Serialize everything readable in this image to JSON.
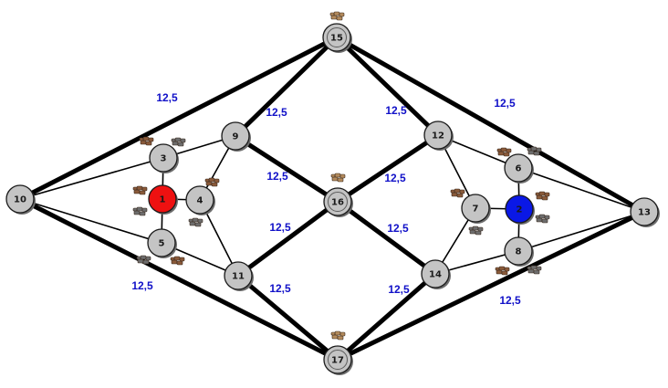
{
  "colors": {
    "node_default": "#c4c4c4",
    "node_red": "#ee1111",
    "node_blue": "#0a18e6",
    "edge": "#000000",
    "weight_text": "#1010c8",
    "icon_brown": "#8a5a3a",
    "icon_grey": "#6d6d6d",
    "icon_tan": "#b38a5c"
  },
  "nodes": [
    {
      "id": "1",
      "label": "1",
      "color": "red"
    },
    {
      "id": "2",
      "label": "2",
      "color": "blue"
    },
    {
      "id": "3",
      "label": "3",
      "color": "default"
    },
    {
      "id": "4",
      "label": "4",
      "color": "default"
    },
    {
      "id": "5",
      "label": "5",
      "color": "default"
    },
    {
      "id": "6",
      "label": "6",
      "color": "default"
    },
    {
      "id": "7",
      "label": "7",
      "color": "default"
    },
    {
      "id": "8",
      "label": "8",
      "color": "default"
    },
    {
      "id": "9",
      "label": "9",
      "color": "default"
    },
    {
      "id": "10",
      "label": "10",
      "color": "default"
    },
    {
      "id": "11",
      "label": "11",
      "color": "default"
    },
    {
      "id": "12",
      "label": "12",
      "color": "default"
    },
    {
      "id": "13",
      "label": "13",
      "color": "default"
    },
    {
      "id": "14",
      "label": "14",
      "color": "default"
    },
    {
      "id": "15",
      "label": "15",
      "color": "default"
    },
    {
      "id": "16",
      "label": "16",
      "color": "default"
    },
    {
      "id": "17",
      "label": "17",
      "color": "default"
    }
  ],
  "edges": [
    {
      "from": "10",
      "to": "15",
      "style": "thick",
      "weight": "12,5"
    },
    {
      "from": "15",
      "to": "13",
      "style": "thick",
      "weight": "12,5"
    },
    {
      "from": "10",
      "to": "17",
      "style": "thick",
      "weight": "12,5"
    },
    {
      "from": "17",
      "to": "13",
      "style": "thick",
      "weight": "12,5"
    },
    {
      "from": "9",
      "to": "15",
      "style": "thick",
      "weight": "12,5"
    },
    {
      "from": "15",
      "to": "12",
      "style": "thick",
      "weight": "12,5"
    },
    {
      "from": "9",
      "to": "16",
      "style": "thick",
      "weight": "12,5"
    },
    {
      "from": "16",
      "to": "12",
      "style": "thick",
      "weight": "12,5"
    },
    {
      "from": "11",
      "to": "16",
      "style": "thick",
      "weight": "12,5"
    },
    {
      "from": "16",
      "to": "14",
      "style": "thick",
      "weight": "12,5"
    },
    {
      "from": "11",
      "to": "17",
      "style": "thick",
      "weight": "12,5"
    },
    {
      "from": "17",
      "to": "14",
      "style": "thick",
      "weight": "12,5"
    },
    {
      "from": "10",
      "to": "3",
      "style": "thin",
      "weight": ""
    },
    {
      "from": "10",
      "to": "5",
      "style": "thin",
      "weight": ""
    },
    {
      "from": "3",
      "to": "9",
      "style": "thin",
      "weight": ""
    },
    {
      "from": "3",
      "to": "1",
      "style": "thin",
      "weight": ""
    },
    {
      "from": "1",
      "to": "4",
      "style": "thin",
      "weight": ""
    },
    {
      "from": "1",
      "to": "5",
      "style": "thin",
      "weight": ""
    },
    {
      "from": "5",
      "to": "11",
      "style": "thin",
      "weight": ""
    },
    {
      "from": "4",
      "to": "9",
      "style": "thin",
      "weight": ""
    },
    {
      "from": "4",
      "to": "11",
      "style": "thin",
      "weight": ""
    },
    {
      "from": "12",
      "to": "6",
      "style": "thin",
      "weight": ""
    },
    {
      "from": "12",
      "to": "7",
      "style": "thin",
      "weight": ""
    },
    {
      "from": "6",
      "to": "13",
      "style": "thin",
      "weight": ""
    },
    {
      "from": "6",
      "to": "2",
      "style": "thin",
      "weight": ""
    },
    {
      "from": "7",
      "to": "2",
      "style": "thin",
      "weight": ""
    },
    {
      "from": "2",
      "to": "8",
      "style": "thin",
      "weight": ""
    },
    {
      "from": "7",
      "to": "14",
      "style": "thin",
      "weight": ""
    },
    {
      "from": "14",
      "to": "8",
      "style": "thin",
      "weight": ""
    },
    {
      "from": "8",
      "to": "13",
      "style": "thin",
      "weight": ""
    }
  ],
  "icons": [
    {
      "name": "wood-resource-icon",
      "near": "15",
      "kind": "tan"
    },
    {
      "name": "wood-resource-icon",
      "near": "16",
      "kind": "tan"
    },
    {
      "name": "wood-resource-icon",
      "near": "17",
      "kind": "tan"
    },
    {
      "name": "clay-resource-icon",
      "near": "3",
      "kind": "brown"
    },
    {
      "name": "ore-resource-icon",
      "near": "3",
      "kind": "grey"
    },
    {
      "name": "clay-resource-icon",
      "near": "1",
      "kind": "brown"
    },
    {
      "name": "ore-resource-icon",
      "near": "1",
      "kind": "grey"
    },
    {
      "name": "clay-resource-icon",
      "near": "4",
      "kind": "brown"
    },
    {
      "name": "ore-resource-icon",
      "near": "4",
      "kind": "grey"
    },
    {
      "name": "ore-resource-icon",
      "near": "5",
      "kind": "grey"
    },
    {
      "name": "clay-resource-icon",
      "near": "5",
      "kind": "brown"
    },
    {
      "name": "clay-resource-icon",
      "near": "6",
      "kind": "brown"
    },
    {
      "name": "ore-resource-icon",
      "near": "6",
      "kind": "grey"
    },
    {
      "name": "clay-resource-icon",
      "near": "7",
      "kind": "brown"
    },
    {
      "name": "ore-resource-icon",
      "near": "7",
      "kind": "grey"
    },
    {
      "name": "clay-resource-icon",
      "near": "2",
      "kind": "brown"
    },
    {
      "name": "ore-resource-icon",
      "near": "2",
      "kind": "grey"
    },
    {
      "name": "clay-resource-icon",
      "near": "8",
      "kind": "brown"
    },
    {
      "name": "ore-resource-icon",
      "near": "8",
      "kind": "grey"
    }
  ]
}
